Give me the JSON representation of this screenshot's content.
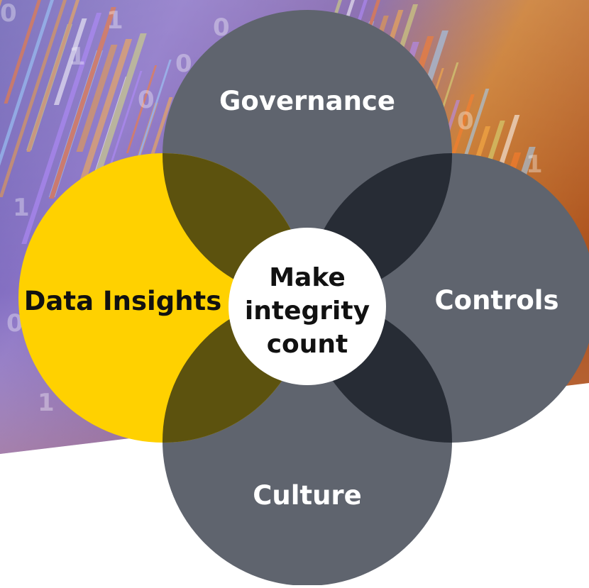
{
  "diagram": {
    "center_label_lines": [
      "Make",
      "integrity",
      "count"
    ],
    "circles": {
      "top": {
        "label": "Governance"
      },
      "left": {
        "label": "Data Insights"
      },
      "right": {
        "label": "Controls"
      },
      "bottom": {
        "label": "Culture"
      }
    }
  },
  "colors": {
    "gray_circle": "#5f646e",
    "yellow_circle": "#ffd100",
    "dark_overlap": "#272c35",
    "olive_overlap": "#5c520e",
    "center_fill": "#ffffff",
    "label_light": "#ffffff",
    "label_dark": "#111111"
  }
}
